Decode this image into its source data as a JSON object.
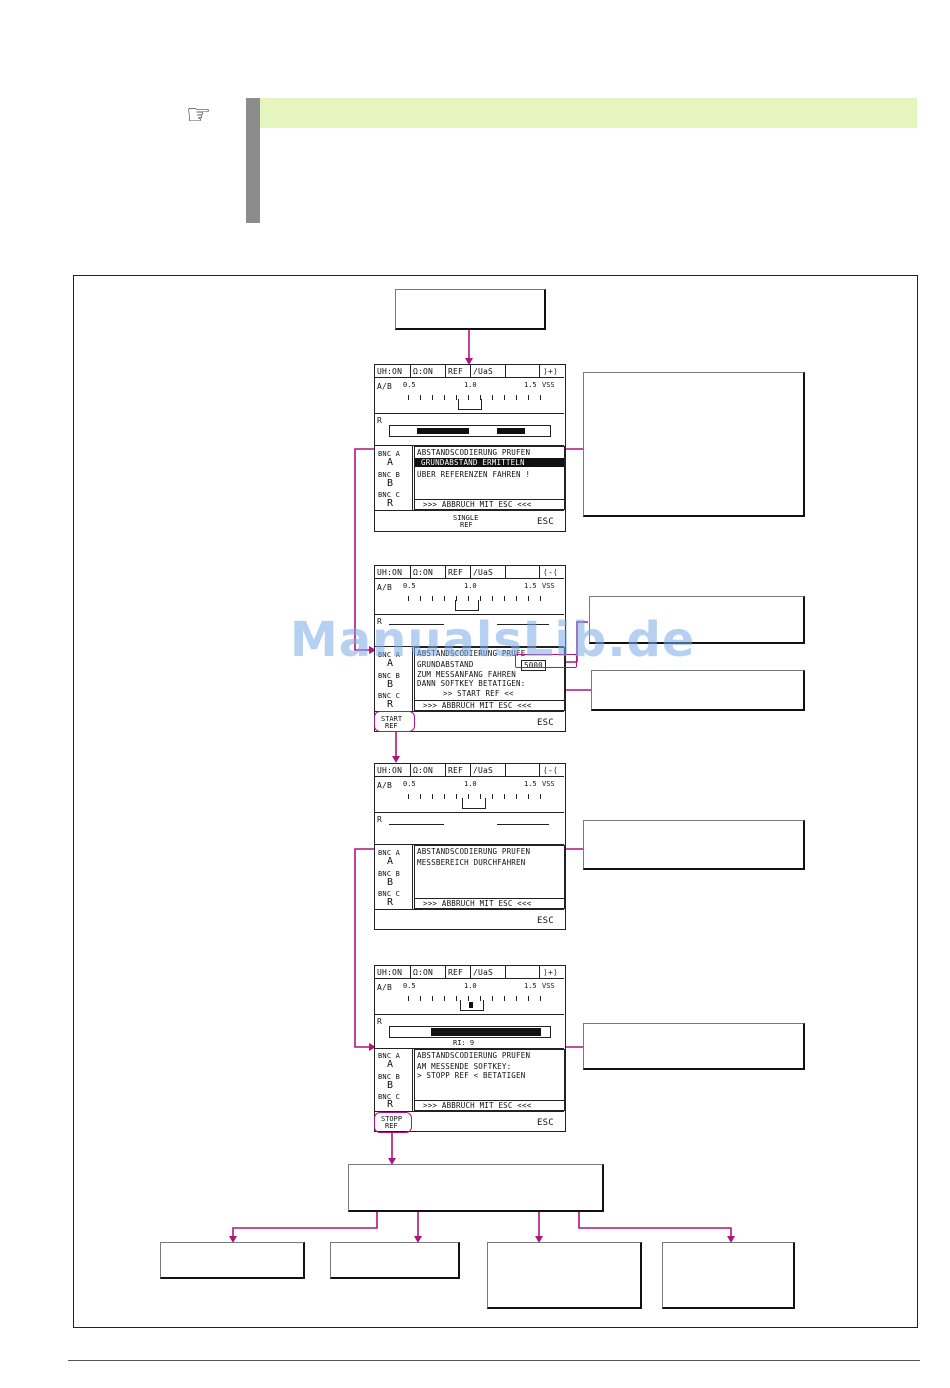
{
  "watermark": "ManualsLib.de",
  "hand_icon": "☞",
  "screens": [
    {
      "tabs": [
        "UH:ON",
        "Ω:ON",
        "REF",
        "/UaS",
        "⟩+⟩"
      ],
      "ab_label": "A/B",
      "scale": [
        "0.5",
        "1.0",
        "1.5",
        "VSS"
      ],
      "r_label": "R",
      "bnc": [
        "BNC A",
        "A",
        "BNC B",
        "B",
        "BNC C",
        "R"
      ],
      "lines": [
        "ABSTANDSCODIERUNG PRUFEN",
        "GRUNDABSTAND ERMITTELN",
        "UBER REFERENZEN FAHREN !"
      ],
      "footer": ">>> ABBRUCH MIT ESC <<<",
      "softkey1": "SINGLE",
      "softkey2": "REF",
      "esc": "ESC"
    },
    {
      "tabs": [
        "UH:ON",
        "Ω:ON",
        "REF",
        "/UaS",
        "⟨-⟨"
      ],
      "ab_label": "A/B",
      "scale": [
        "0.5",
        "1.0",
        "1.5",
        "VSS"
      ],
      "r_label": "R",
      "bnc": [
        "BNC A",
        "A",
        "BNC B",
        "B",
        "BNC C",
        "R"
      ],
      "lines": [
        "ABSTANDSCODIERUNG PRUFE",
        "GRUNDABSTAND",
        "ZUM MESSANFANG FAHREN",
        "DANN SOFTKEY BETATIGEN:",
        ">> START REF <<"
      ],
      "value": "5000",
      "footer": ">>> ABBRUCH MIT ESC <<<",
      "softkey1": "START",
      "softkey2": "REF",
      "esc": "ESC"
    },
    {
      "tabs": [
        "UH:ON",
        "Ω:ON",
        "REF",
        "/UaS",
        "⟨-⟨"
      ],
      "ab_label": "A/B",
      "scale": [
        "0.5",
        "1.0",
        "1.5",
        "VSS"
      ],
      "r_label": "R",
      "bnc": [
        "BNC A",
        "A",
        "BNC B",
        "B",
        "BNC C",
        "R"
      ],
      "lines": [
        "ABSTANDSCODIERUNG PRUFEN",
        "MESSBEREICH DURCHFAHREN"
      ],
      "footer": ">>> ABBRUCH MIT ESC <<<",
      "esc": "ESC"
    },
    {
      "tabs": [
        "UH:ON",
        "Ω:ON",
        "REF",
        "/UaS",
        "⟩+⟩"
      ],
      "ab_label": "A/B",
      "scale": [
        "0.5",
        "1.0",
        "1.5",
        "VSS"
      ],
      "r_label": "R",
      "ri": "RI: 9",
      "bnc": [
        "BNC A",
        "A",
        "BNC B",
        "B",
        "BNC C",
        "R"
      ],
      "lines": [
        "ABSTANDSCODIERUNG PRUFEN",
        "AM MESSENDE SOFTKEY:",
        "> STOPP REF < BETATIGEN"
      ],
      "footer": ">>> ABBRUCH MIT ESC <<<",
      "softkey1": "STOPP",
      "softkey2": "REF",
      "esc": "ESC"
    }
  ],
  "colors": {
    "accent": "#b0147e",
    "note_band": "#e6f5bd",
    "note_bar": "#8c8c8c"
  }
}
